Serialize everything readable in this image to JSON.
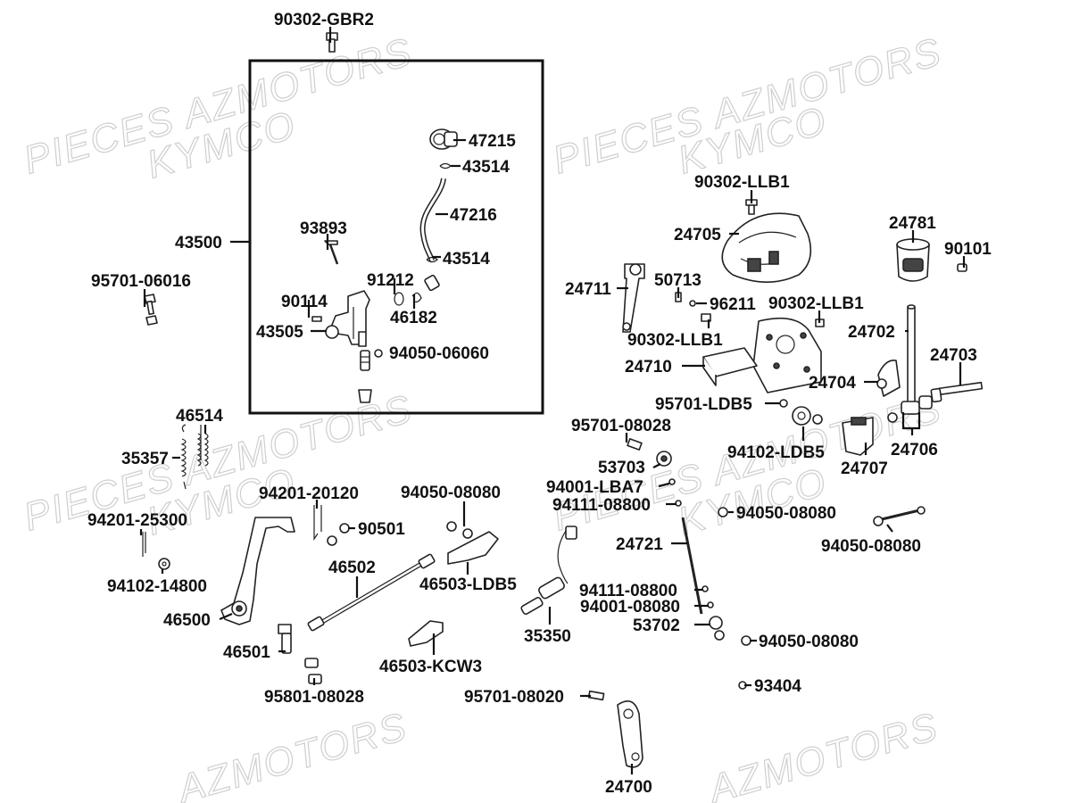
{
  "watermarks": [
    {
      "text": "PIECES AZMOTORS"
    },
    {
      "text": "KYMCO"
    },
    {
      "text": "PIECES AZMOTORS"
    },
    {
      "text": "KYMCO"
    },
    {
      "text": "PIECES AZMOTORS"
    },
    {
      "text": "KYMCO"
    },
    {
      "text": "PIECES AZMOTORS"
    },
    {
      "text": "KYMCO"
    },
    {
      "text": "AZMOTORS"
    },
    {
      "text": "AZMOTORS"
    }
  ],
  "parts": [
    {
      "id": "p1",
      "label": "90302-GBR2"
    },
    {
      "id": "p2",
      "label": "43500"
    },
    {
      "id": "p3",
      "label": "47215"
    },
    {
      "id": "p4",
      "label": "43514"
    },
    {
      "id": "p5",
      "label": "47216"
    },
    {
      "id": "p6",
      "label": "93893"
    },
    {
      "id": "p7",
      "label": "43514"
    },
    {
      "id": "p8",
      "label": "91212"
    },
    {
      "id": "p9",
      "label": "90114"
    },
    {
      "id": "p10",
      "label": "46182"
    },
    {
      "id": "p11",
      "label": "43505"
    },
    {
      "id": "p12",
      "label": "94050-06060"
    },
    {
      "id": "p13",
      "label": "95701-06016"
    },
    {
      "id": "p14",
      "label": "90302-LLB1"
    },
    {
      "id": "p15",
      "label": "24705"
    },
    {
      "id": "p16",
      "label": "24781"
    },
    {
      "id": "p17",
      "label": "90101"
    },
    {
      "id": "p18",
      "label": "24711"
    },
    {
      "id": "p19",
      "label": "50713"
    },
    {
      "id": "p20",
      "label": "96211"
    },
    {
      "id": "p21",
      "label": "90302-LLB1"
    },
    {
      "id": "p22",
      "label": "90302-LLB1"
    },
    {
      "id": "p23",
      "label": "24702"
    },
    {
      "id": "p24",
      "label": "24710"
    },
    {
      "id": "p25",
      "label": "24703"
    },
    {
      "id": "p26",
      "label": "24704"
    },
    {
      "id": "p27",
      "label": "95701-LDB5"
    },
    {
      "id": "p28",
      "label": "94102-LDB5"
    },
    {
      "id": "p29",
      "label": "24706"
    },
    {
      "id": "p30",
      "label": "24707"
    },
    {
      "id": "p31",
      "label": "95701-08028"
    },
    {
      "id": "p32",
      "label": "53703"
    },
    {
      "id": "p33",
      "label": "94001-LBA7"
    },
    {
      "id": "p34",
      "label": "94111-08800"
    },
    {
      "id": "p35",
      "label": "94050-08080"
    },
    {
      "id": "p36",
      "label": "94050-08080"
    },
    {
      "id": "p37",
      "label": "24721"
    },
    {
      "id": "p38",
      "label": "94111-08800"
    },
    {
      "id": "p39",
      "label": "94001-08080"
    },
    {
      "id": "p40",
      "label": "53702"
    },
    {
      "id": "p41",
      "label": "94050-08080"
    },
    {
      "id": "p42",
      "label": "93404"
    },
    {
      "id": "p43",
      "label": "95701-08020"
    },
    {
      "id": "p44",
      "label": "24700"
    },
    {
      "id": "p45",
      "label": "46514"
    },
    {
      "id": "p46",
      "label": "35357"
    },
    {
      "id": "p47",
      "label": "94201-20120"
    },
    {
      "id": "p48",
      "label": "94050-08080"
    },
    {
      "id": "p49",
      "label": "94201-25300"
    },
    {
      "id": "p50",
      "label": "90501"
    },
    {
      "id": "p51",
      "label": "46502"
    },
    {
      "id": "p52",
      "label": "46503-LDB5"
    },
    {
      "id": "p53",
      "label": "94102-14800"
    },
    {
      "id": "p54",
      "label": "46500"
    },
    {
      "id": "p55",
      "label": "35350"
    },
    {
      "id": "p56",
      "label": "46501"
    },
    {
      "id": "p57",
      "label": "46503-KCW3"
    },
    {
      "id": "p58",
      "label": "95801-08028"
    }
  ]
}
